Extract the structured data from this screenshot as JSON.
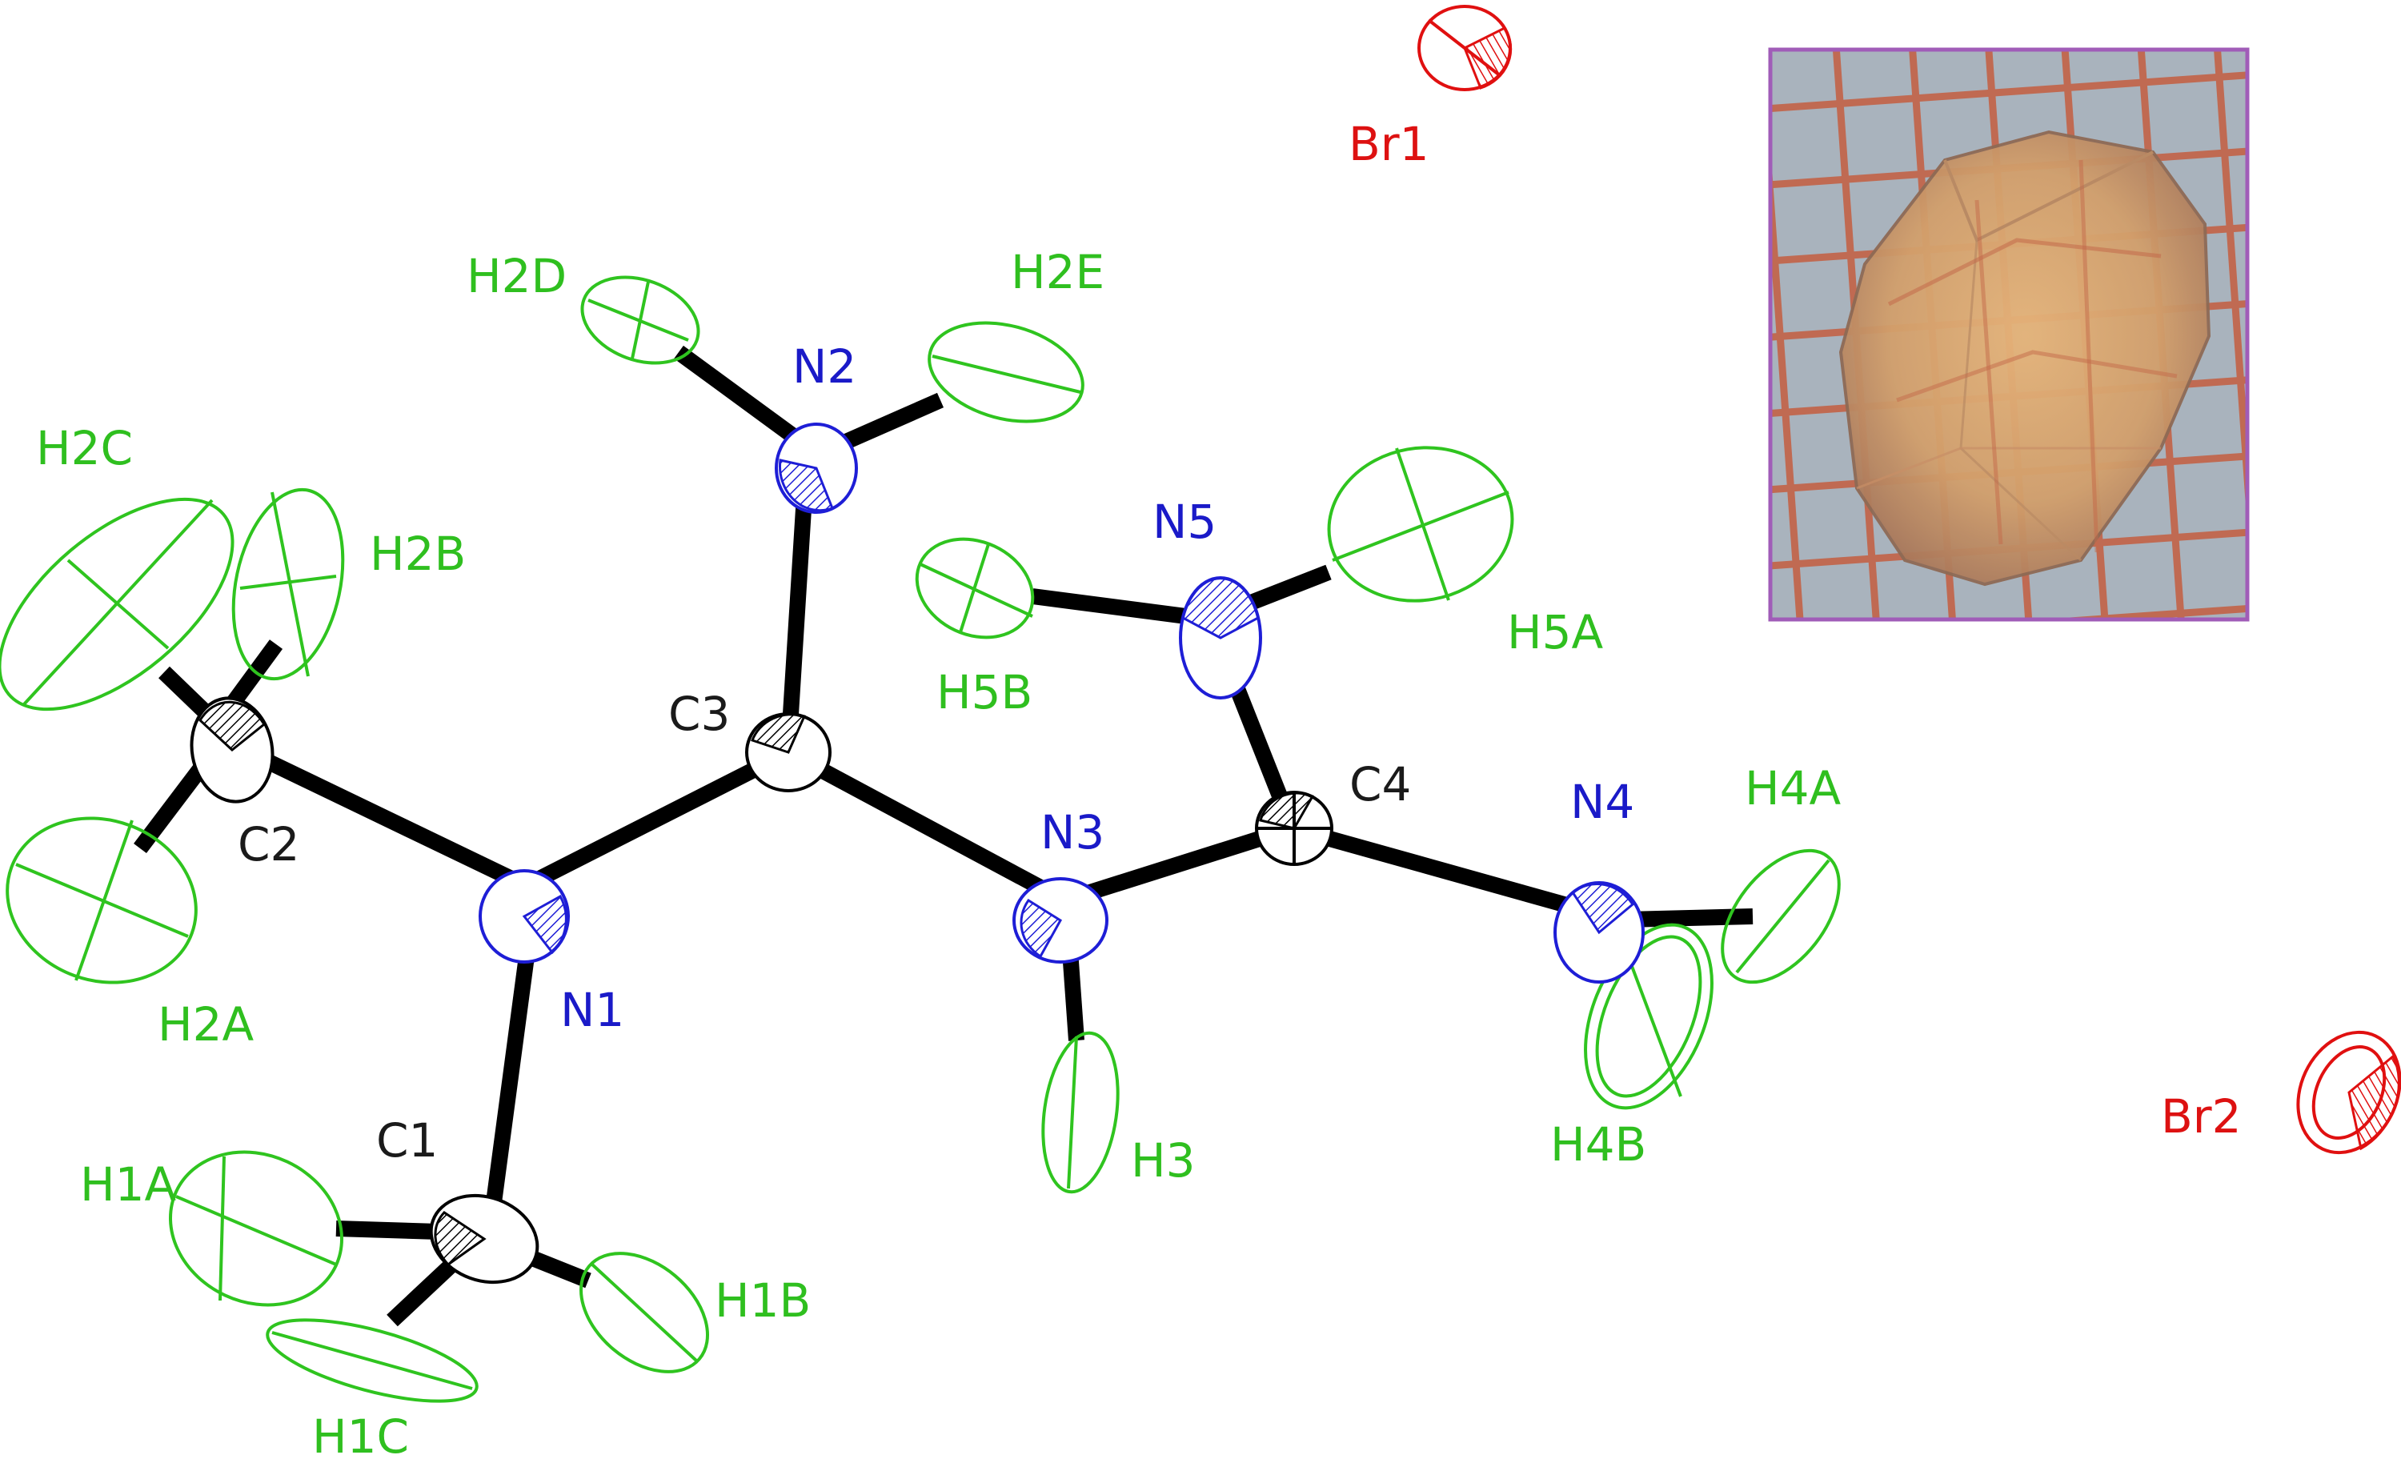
{
  "colors": {
    "carbon": "#1a1a1a",
    "nitrogen": "#1e1ed6",
    "hydrogen": "#2fc41f",
    "bromine": "#e01010",
    "photo_frame": "#a05cb8",
    "bond": "#000000"
  },
  "atoms": {
    "C1": "C1",
    "C2": "C2",
    "C3": "C3",
    "C4": "C4",
    "N1": "N1",
    "N2": "N2",
    "N3": "N3",
    "N4": "N4",
    "N5": "N5",
    "H1A": "H1A",
    "H1B": "H1B",
    "H1C": "H1C",
    "H2A": "H2A",
    "H2B": "H2B",
    "H2C": "H2C",
    "H2D": "H2D",
    "H2E": "H2E",
    "H3": "H3",
    "H4A": "H4A",
    "H4B": "H4B",
    "H5A": "H5A",
    "H5B": "H5B",
    "Br1": "Br1",
    "Br2": "Br2"
  },
  "inset": {
    "subject": "crystal photograph on grid paper"
  }
}
